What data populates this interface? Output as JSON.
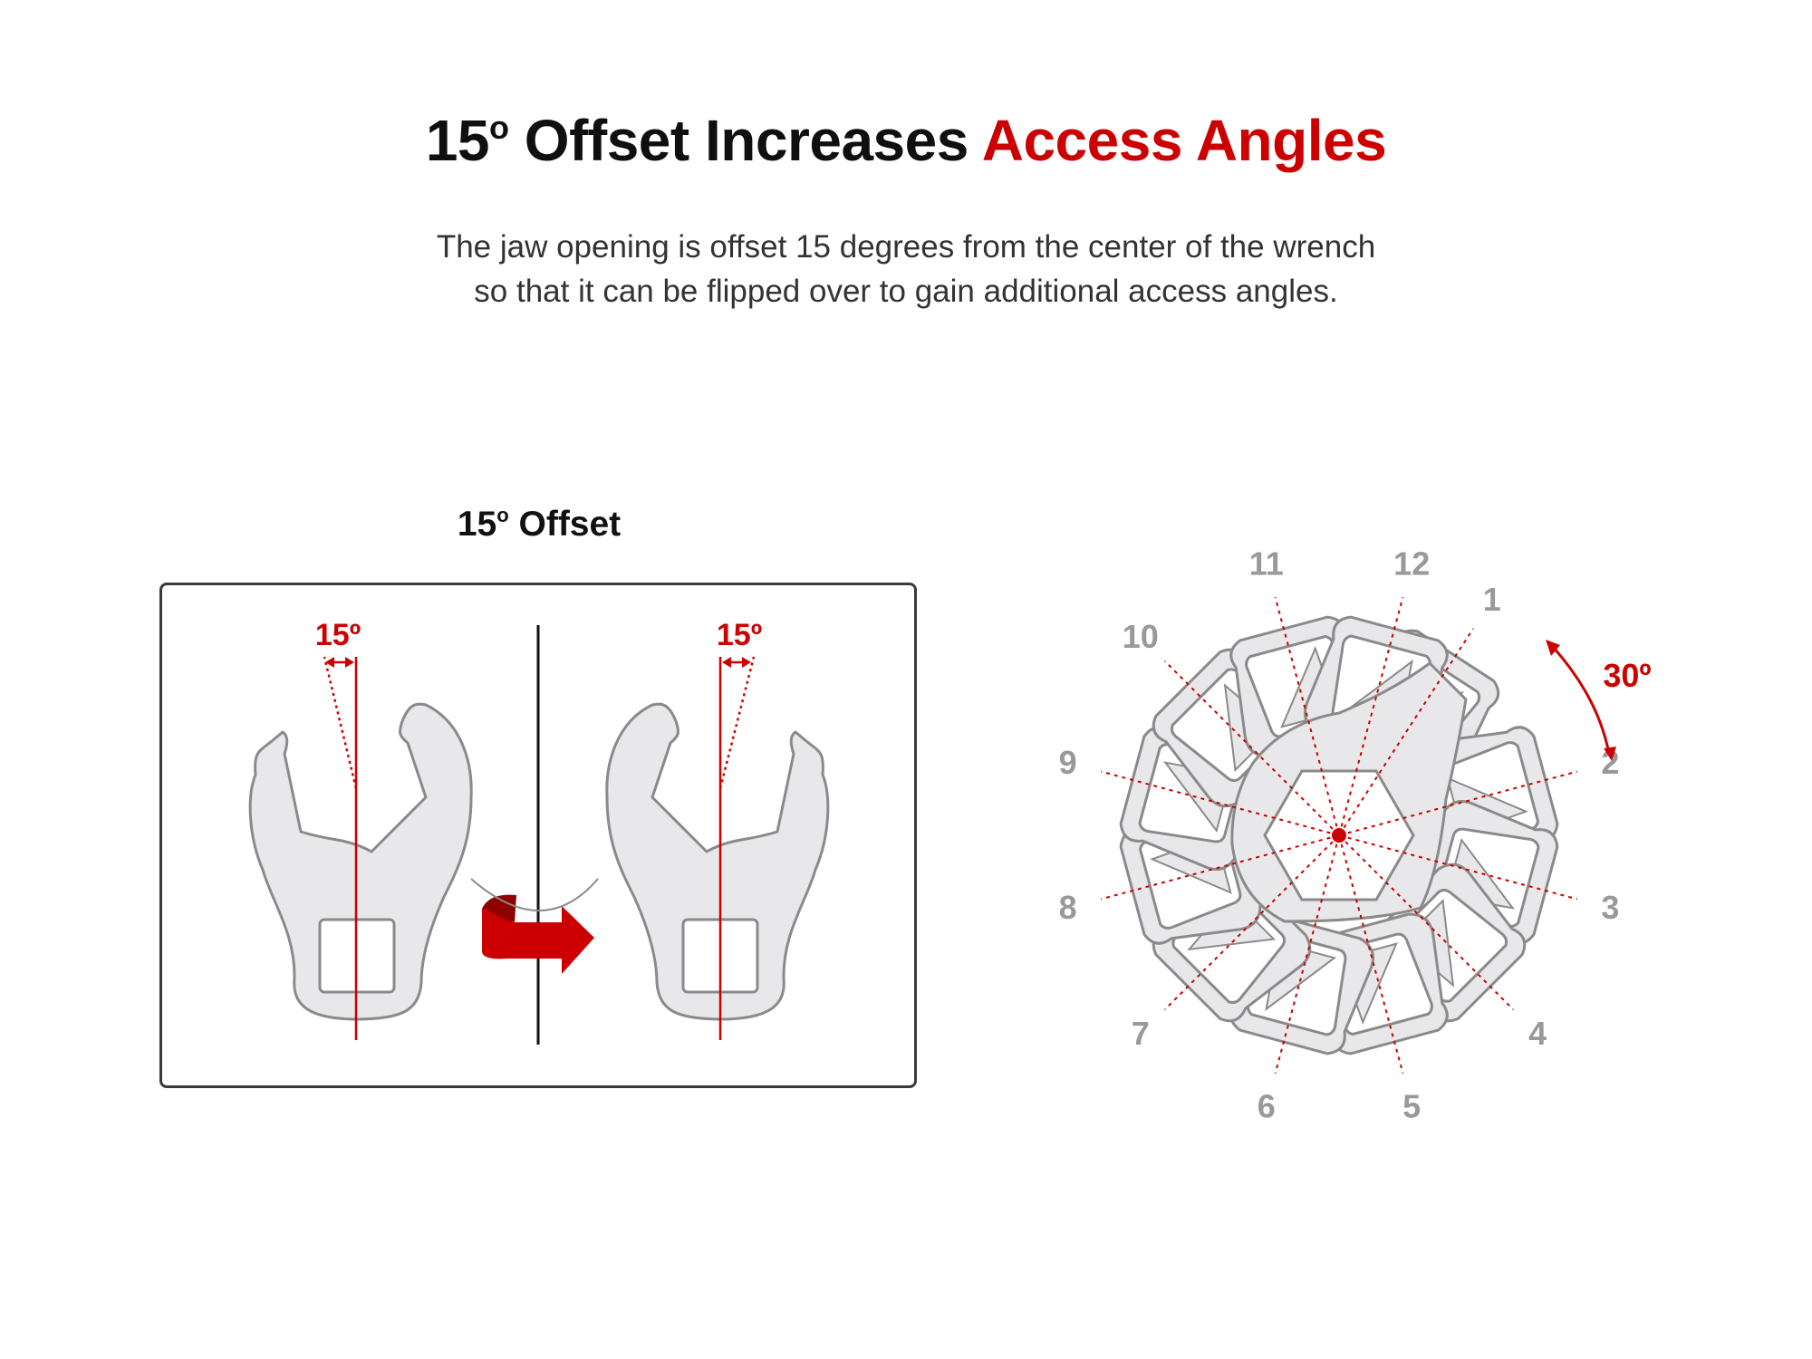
{
  "title": {
    "prefix": "15",
    "degree": "o",
    "middle": " Offset Increases ",
    "accent": "Access Angles"
  },
  "subtitle": {
    "line1": "The jaw opening is offset 15 degrees from the center of the wrench",
    "line2": "so that it can be flipped over to gain additional access angles."
  },
  "left_panel": {
    "title_number": "15",
    "title_degree": "o",
    "title_text": " Offset",
    "angle_label_left": "15º",
    "angle_label_right": "15º"
  },
  "right_diagram": {
    "angle_label": "30º",
    "positions": [
      "1",
      "2",
      "3",
      "4",
      "5",
      "6",
      "7",
      "8",
      "9",
      "10",
      "11",
      "12"
    ]
  },
  "colors": {
    "accent": "#cc0000",
    "wrench_fill": "#e8e8ea",
    "wrench_stroke": "#8a8a8a",
    "label_gray": "#999999"
  },
  "icons": {
    "flip_arrow": "curved-flip-arrow-icon"
  }
}
